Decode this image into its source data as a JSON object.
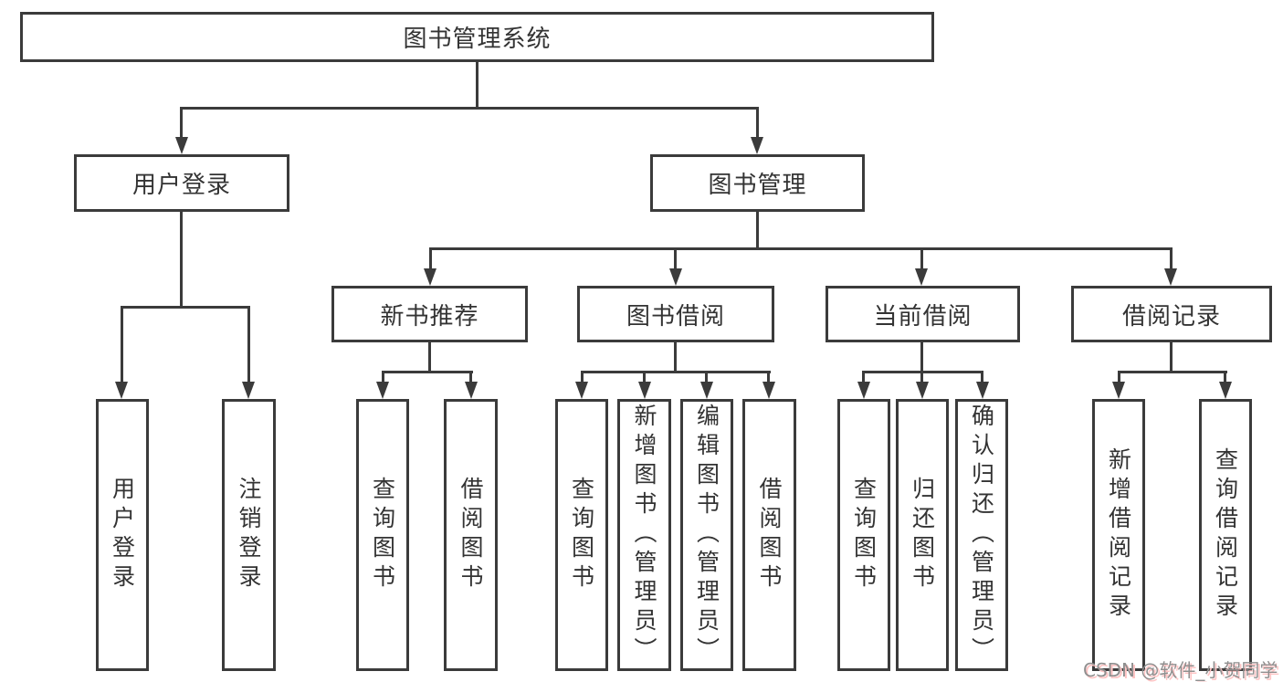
{
  "tree": {
    "label": "图书管理系统",
    "children": [
      {
        "label": "用户登录",
        "children": [
          {
            "label": "用户登录"
          },
          {
            "label": "注销登录"
          }
        ]
      },
      {
        "label": "图书管理",
        "children": [
          {
            "label": "新书推荐",
            "children": [
              {
                "label": "查询图书"
              },
              {
                "label": "借阅图书"
              }
            ]
          },
          {
            "label": "图书借阅",
            "children": [
              {
                "label": "查询图书"
              },
              {
                "label": "新增图书（管理员）"
              },
              {
                "label": "编辑图书（管理员）"
              },
              {
                "label": "借阅图书"
              }
            ]
          },
          {
            "label": "当前借阅",
            "children": [
              {
                "label": "查询图书"
              },
              {
                "label": "归还图书"
              },
              {
                "label": "确认归还（管理员）"
              }
            ]
          },
          {
            "label": "借阅记录",
            "children": [
              {
                "label": "新增借阅记录"
              },
              {
                "label": "查询借阅记录"
              }
            ]
          }
        ]
      }
    ]
  },
  "watermark": {
    "text": "CSDN @软件_小贺同学"
  },
  "colors": {
    "background": "#ffffff",
    "line": "#3b3b3b",
    "text": "#333333",
    "watermark_text": "#8f8f8f",
    "watermark_shadow": "#ffc4c4"
  }
}
